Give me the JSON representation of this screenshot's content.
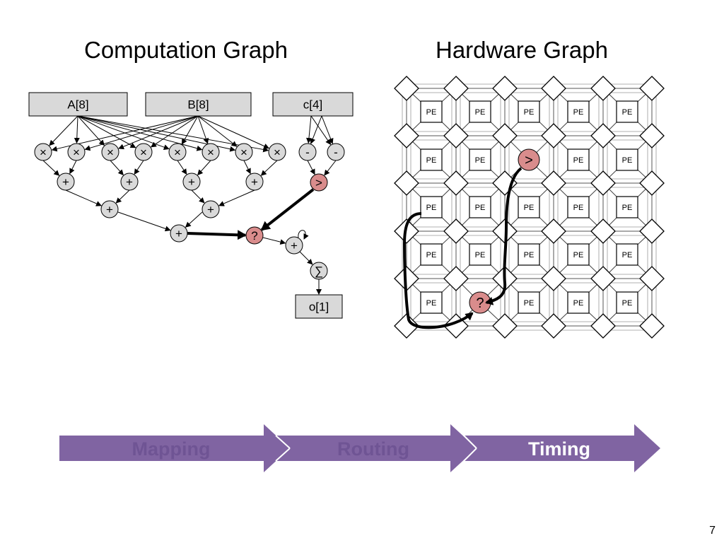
{
  "slide": {
    "left_title": "Computation Graph",
    "right_title": "Hardware Graph",
    "page_number": "7"
  },
  "computation_graph": {
    "inputs": [
      "A[8]",
      "B[8]",
      "c[4]"
    ],
    "multiply_label": "×",
    "minus_label": "-",
    "add_label": "+",
    "compare_label": ">",
    "select_label": "?",
    "sum_label": "∑",
    "output": "o[1]"
  },
  "hardware_graph": {
    "pe_label": "PE",
    "compare_label": ">",
    "select_label": "?"
  },
  "stages": [
    "Mapping",
    "Routing",
    "Timing"
  ],
  "active_stage": "Timing",
  "colors": {
    "node_fill": "#d9d9d9",
    "highlight_fill": "#d98c8c",
    "arrow_purple": "#8064a2",
    "inactive_text": "#6f5494",
    "active_text": "#ffffff"
  }
}
